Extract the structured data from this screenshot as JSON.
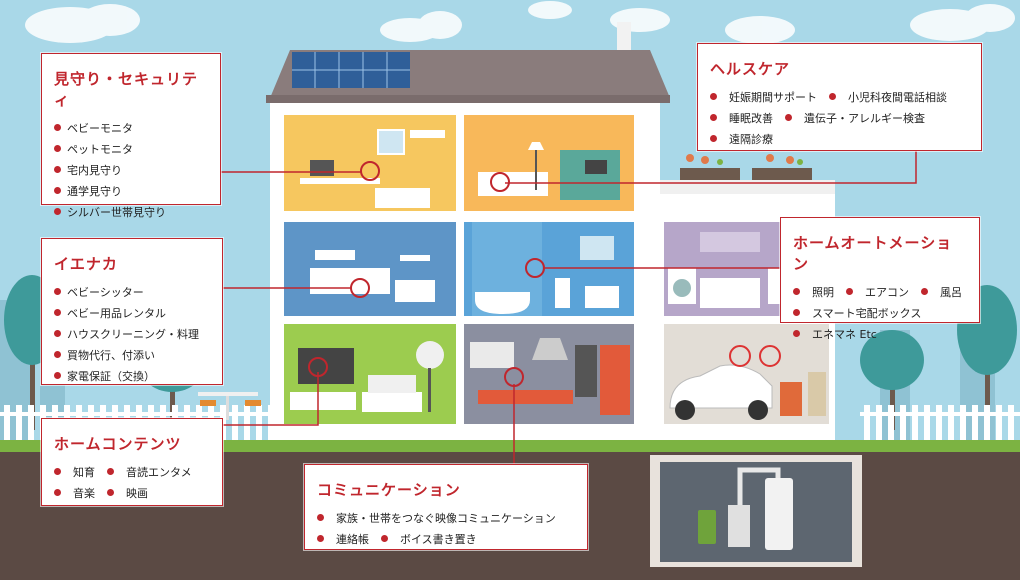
{
  "callouts": {
    "security": {
      "title": "見守り・セキュリティ",
      "items": [
        "ベビーモニタ",
        "ペットモニタ",
        "宅内見守り",
        "通学見守り",
        "シルバー世帯見守り"
      ]
    },
    "iena": {
      "title": "イエナカ",
      "items": [
        "ベビーシッター",
        "ベビー用品レンタル",
        "ハウスクリーニング・料理",
        "買物代行、付添い",
        "家電保証（交換）"
      ]
    },
    "contents": {
      "title": "ホームコンテンツ",
      "rows": [
        [
          "知育",
          "音読エンタメ"
        ],
        [
          "音楽",
          "映画"
        ]
      ]
    },
    "communication": {
      "title": "コミュニケーション",
      "rows": [
        [
          "家族・世帯をつなぐ映像コミュニケーション"
        ],
        [
          "連絡帳",
          "ボイス書き置き"
        ]
      ]
    },
    "health": {
      "title": "ヘルスケア",
      "rows": [
        [
          "妊娠期間サポート",
          "小児科夜間電話相談"
        ],
        [
          "睡眠改善",
          "遺伝子・アレルギー検査"
        ],
        [
          "遠隔診療"
        ]
      ]
    },
    "automation": {
      "title": "ホームオートメーション",
      "rows": [
        [
          "照明",
          "エアコン",
          "風呂"
        ],
        [
          "スマート宅配ボックス"
        ],
        [
          "エネマネ Etc"
        ]
      ]
    }
  },
  "colors": {
    "accent": "#c0262d",
    "sky": "#a9d8e8",
    "ground": "#5b4a44",
    "grass": "#7cb342",
    "roof": "#8a7c7c"
  }
}
